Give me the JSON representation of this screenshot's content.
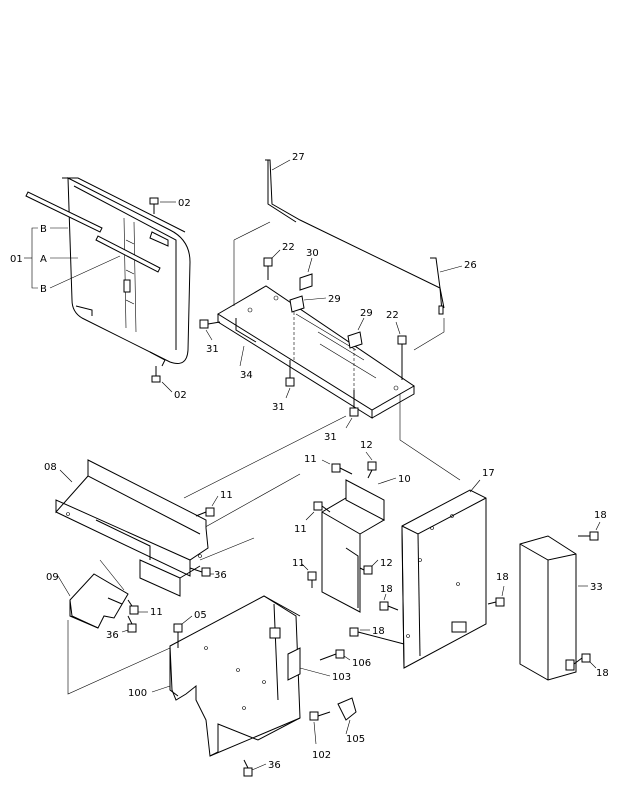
{
  "diagram": {
    "type": "exploded-parts-diagram",
    "callouts": {
      "p01": "01",
      "pA": "A",
      "pB1": "B",
      "pB2": "B",
      "p02a": "02",
      "p02b": "02",
      "p27": "27",
      "p26": "26",
      "p22a": "22",
      "p22b": "22",
      "p30": "30",
      "p29a": "29",
      "p29b": "29",
      "p31a": "31",
      "p31b": "31",
      "p31c": "31",
      "p34": "34",
      "p08": "08",
      "p11a": "11",
      "p11b": "11",
      "p11c": "11",
      "p11d": "11",
      "p11e": "11",
      "p12a": "12",
      "p12b": "12",
      "p10": "10",
      "p17": "17",
      "p18a": "18",
      "p18b": "18",
      "p18c": "18",
      "p18d": "18",
      "p18e": "18",
      "p33": "33",
      "p09": "09",
      "p36a": "36",
      "p36b": "36",
      "p36c": "36",
      "p05": "05",
      "p100": "100",
      "p106": "106",
      "p103": "103",
      "p102": "102",
      "p105": "105"
    }
  }
}
